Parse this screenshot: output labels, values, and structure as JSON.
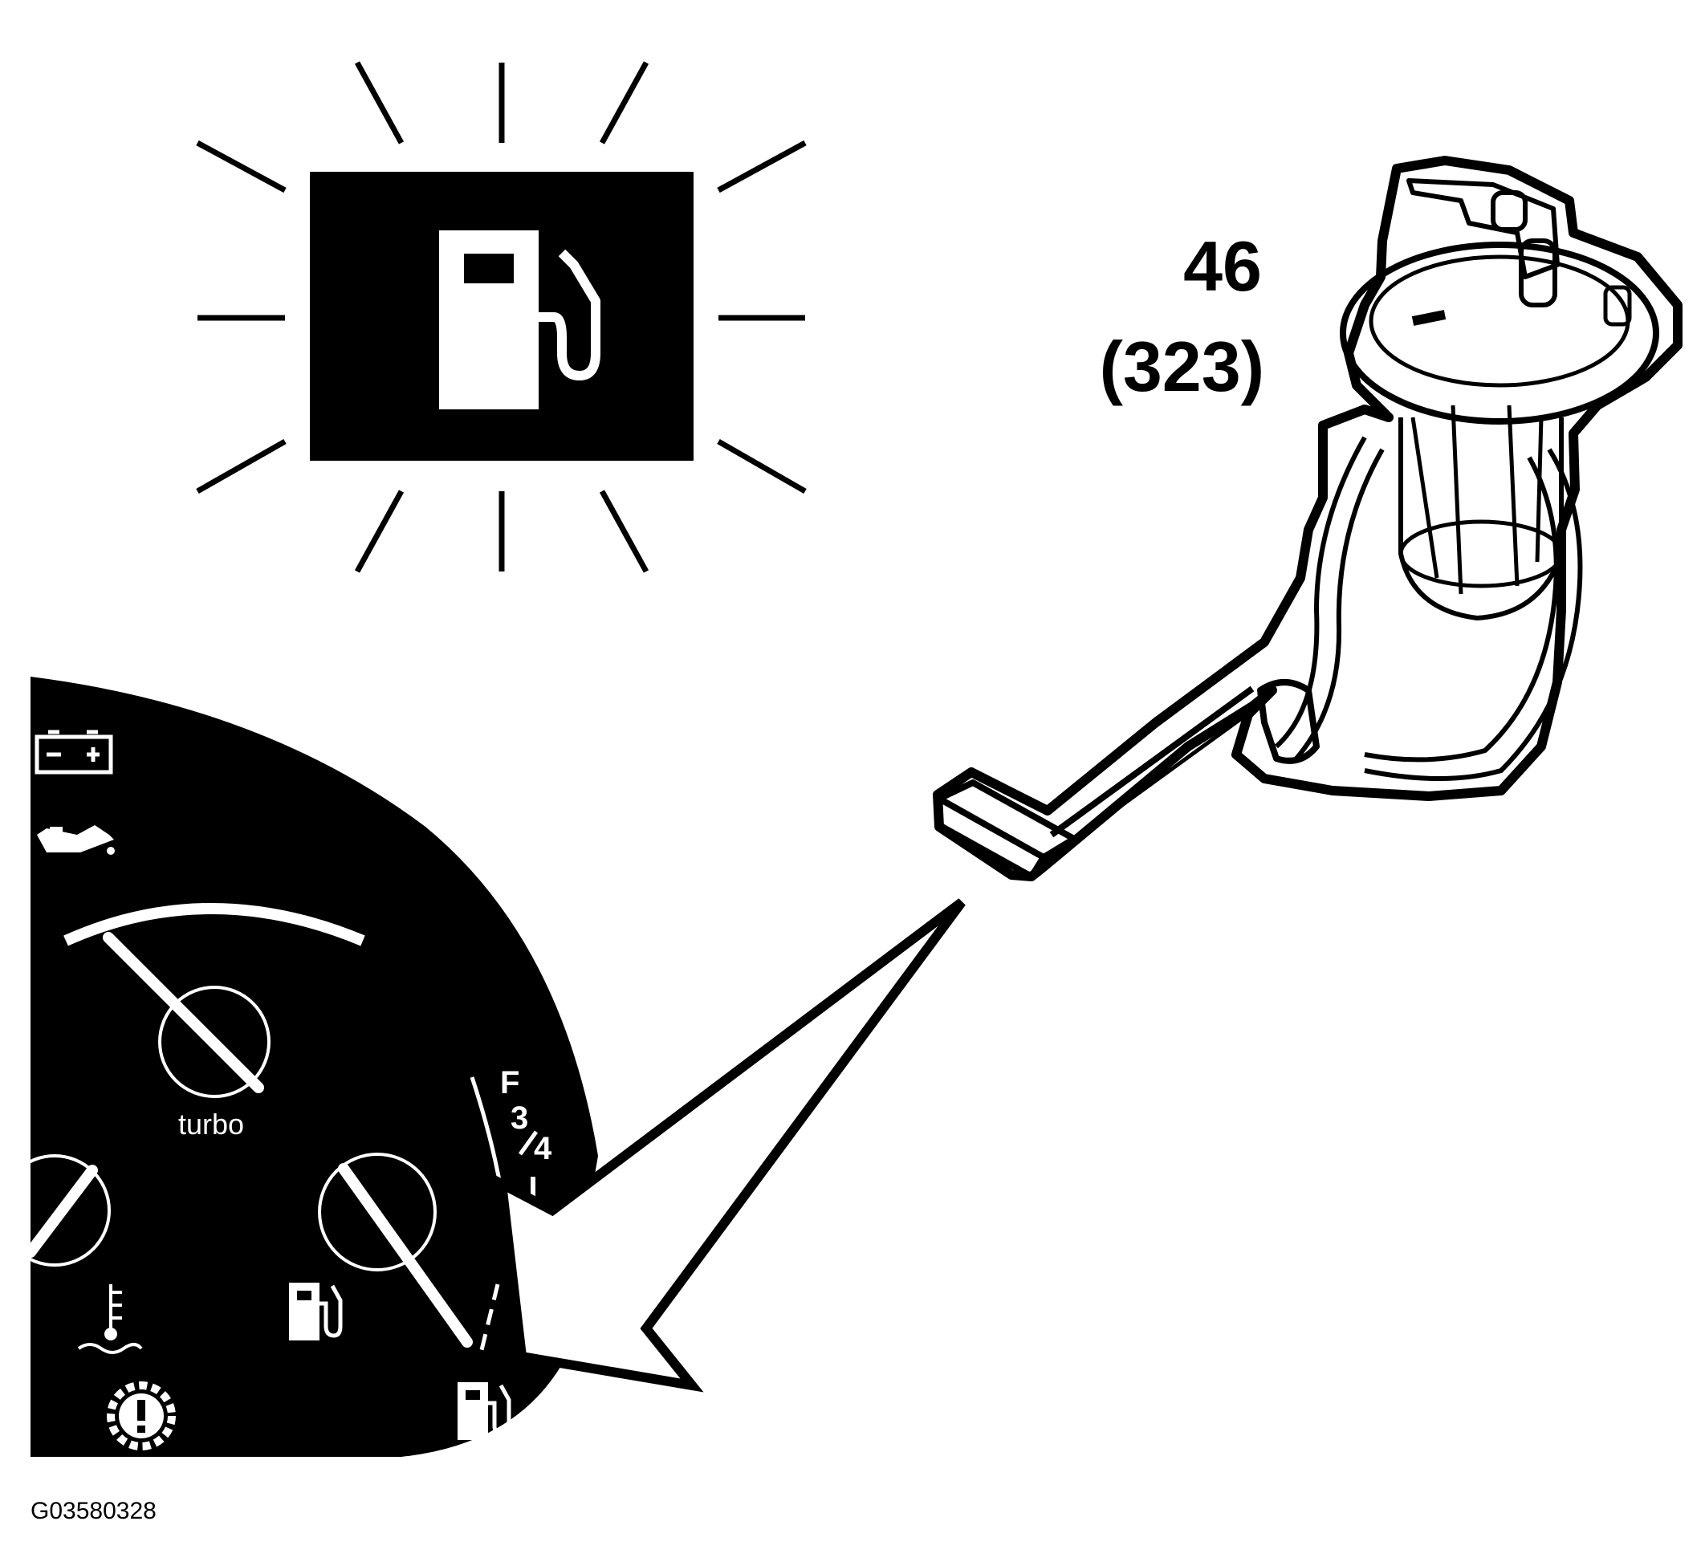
{
  "callout": {
    "number": "46",
    "sub_number": "(323)"
  },
  "figure_id": "G03580328",
  "warning_lamp": {
    "icon": "fuel-pump-icon",
    "state": "illuminated"
  },
  "instrument_cluster": {
    "turbo_label": "turbo",
    "fuel_gauge_marks": {
      "full": "F",
      "three_quarter_num": "3",
      "three_quarter_den": "4"
    },
    "icons": [
      "battery-icon",
      "oil-can-icon",
      "coolant-temperature-icon",
      "fuel-pump-icon",
      "engine-warning-icon",
      "fuel-pump-icon"
    ]
  },
  "component": {
    "name_icon": "fuel-pump-sender-assembly"
  },
  "colors": {
    "ink": "#000000",
    "paper": "#ffffff"
  }
}
